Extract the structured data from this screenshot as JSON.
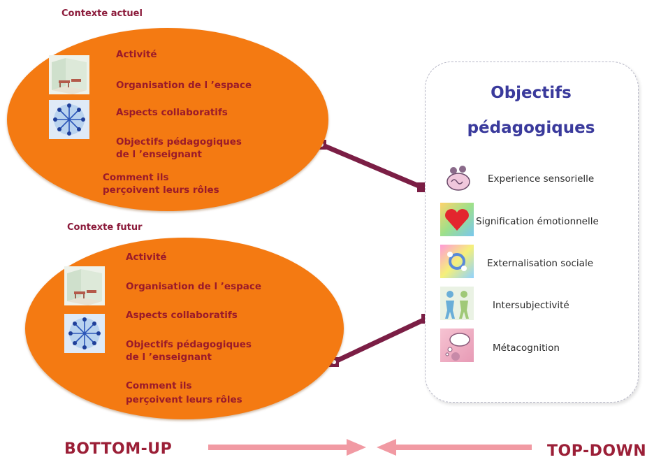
{
  "colors": {
    "ellipse": "#f47a12",
    "item_text": "#9a1a2a",
    "context_label": "#8b1a3a",
    "panel_title": "#3a3a9c",
    "connector": "#7b1e45",
    "arrow": "#f19aa3",
    "bottom_label": "#9b1f37"
  },
  "current": {
    "label": "Contexte actuel",
    "items": {
      "activite": "Activité",
      "espace": "Organisation de l ’espace",
      "collab": "Aspects collaboratifs",
      "objectifs_1": "Objectifs pédagogiques",
      "objectifs_2": "de l ’enseignant",
      "roles_1": "Comment ils",
      "roles_2": "perçoivent leurs rôles"
    }
  },
  "future": {
    "label": "Contexte futur",
    "items": {
      "activite": "Activité",
      "espace": "Organisation de l ’espace",
      "collab": "Aspects collaboratifs",
      "objectifs_1": "Objectifs pédagogiques",
      "objectifs_2": "de l ’enseignant",
      "roles_1": "Comment ils",
      "roles_2": "perçoivent leurs rôles"
    }
  },
  "objectives": {
    "title_1": "Objectifs",
    "title_2": "pédagogiques",
    "items": [
      {
        "label": "Experience sensorielle",
        "icon": "sensory-icon"
      },
      {
        "label": "Signification émotionnelle",
        "icon": "heart-icon"
      },
      {
        "label": "Externalisation sociale",
        "icon": "social-icon"
      },
      {
        "label": "Intersubjectivité",
        "icon": "people-icon"
      },
      {
        "label": "Métacognition",
        "icon": "thought-icon"
      }
    ]
  },
  "flow": {
    "bottom_up": "BOTTOM-UP",
    "top_down": "TOP-DOWN"
  }
}
